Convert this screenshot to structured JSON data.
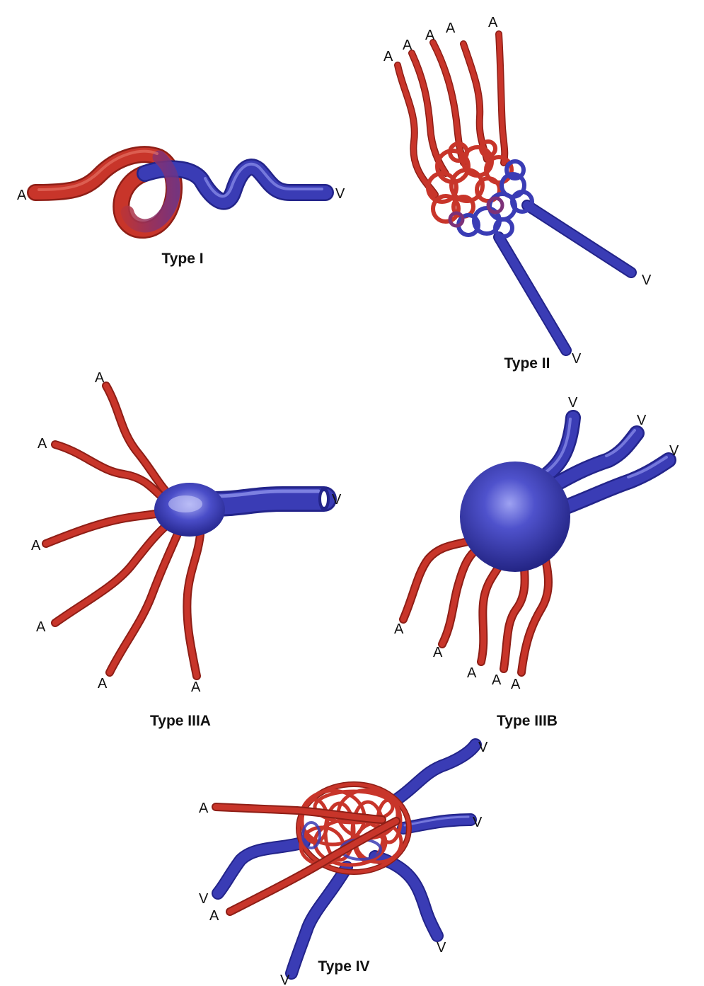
{
  "colors": {
    "artery": "#c8352a",
    "artery_dark": "#8e1e16",
    "artery_light": "#ea7a6c",
    "vein": "#3a3cb5",
    "vein_dark": "#23248a",
    "vein_light": "#8f92ec",
    "text": "#111111",
    "background": "#ffffff"
  },
  "labels": {
    "artery": "A",
    "vein": "V"
  },
  "types": {
    "type_1": "Type I",
    "type_2": "Type II",
    "type_3a": "Type IIIA",
    "type_3b": "Type IIIB",
    "type_4": "Type IV"
  }
}
